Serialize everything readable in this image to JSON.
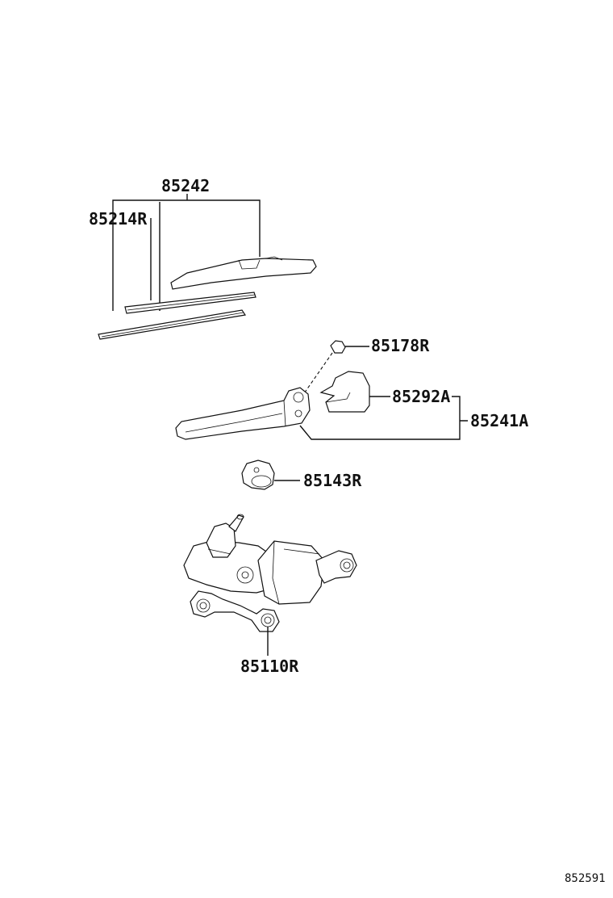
{
  "parts": {
    "blade_assembly": "85242",
    "blade_rubber": "85214R",
    "pivot_cap": "85178R",
    "arm_cover": "85292A",
    "arm_assembly": "85241A",
    "grommet": "85143R",
    "wiper_motor": "85110R"
  },
  "diagram_ref": "852591"
}
